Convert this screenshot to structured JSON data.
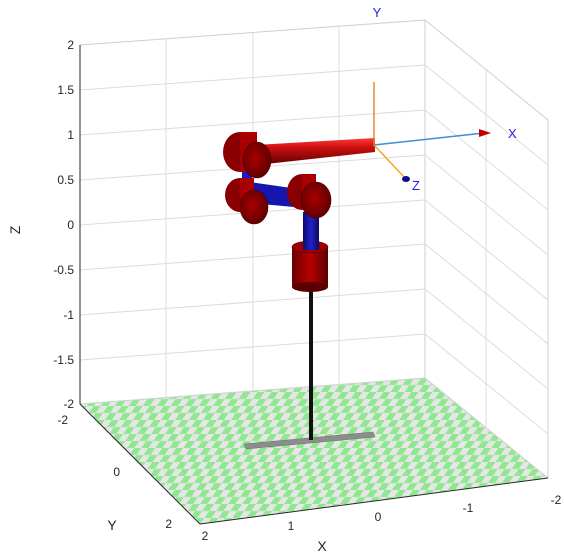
{
  "axes": {
    "xlabel": "X",
    "ylabel": "Y",
    "zlabel": "Z",
    "z_ticks": [
      "2",
      "1.5",
      "1",
      "0.5",
      "0",
      "-0.5",
      "-1",
      "-1.5",
      "-2"
    ],
    "x_ticks": [
      "2",
      "1",
      "0",
      "-1",
      "-2"
    ],
    "y_ticks": [
      "-2",
      "0",
      "2"
    ]
  },
  "frame": {
    "x_label": "X",
    "y_label": "Y",
    "z_label": "Z"
  },
  "colors": {
    "link_red": "#b30000",
    "joint_blue": "#1a1acc",
    "floor_green": "#8fe88f",
    "floor_light": "#e6e6e6",
    "frame_x": "#3b8fd6",
    "frame_z": "#f2a51a",
    "frame_label": "#1f1fe6"
  }
}
